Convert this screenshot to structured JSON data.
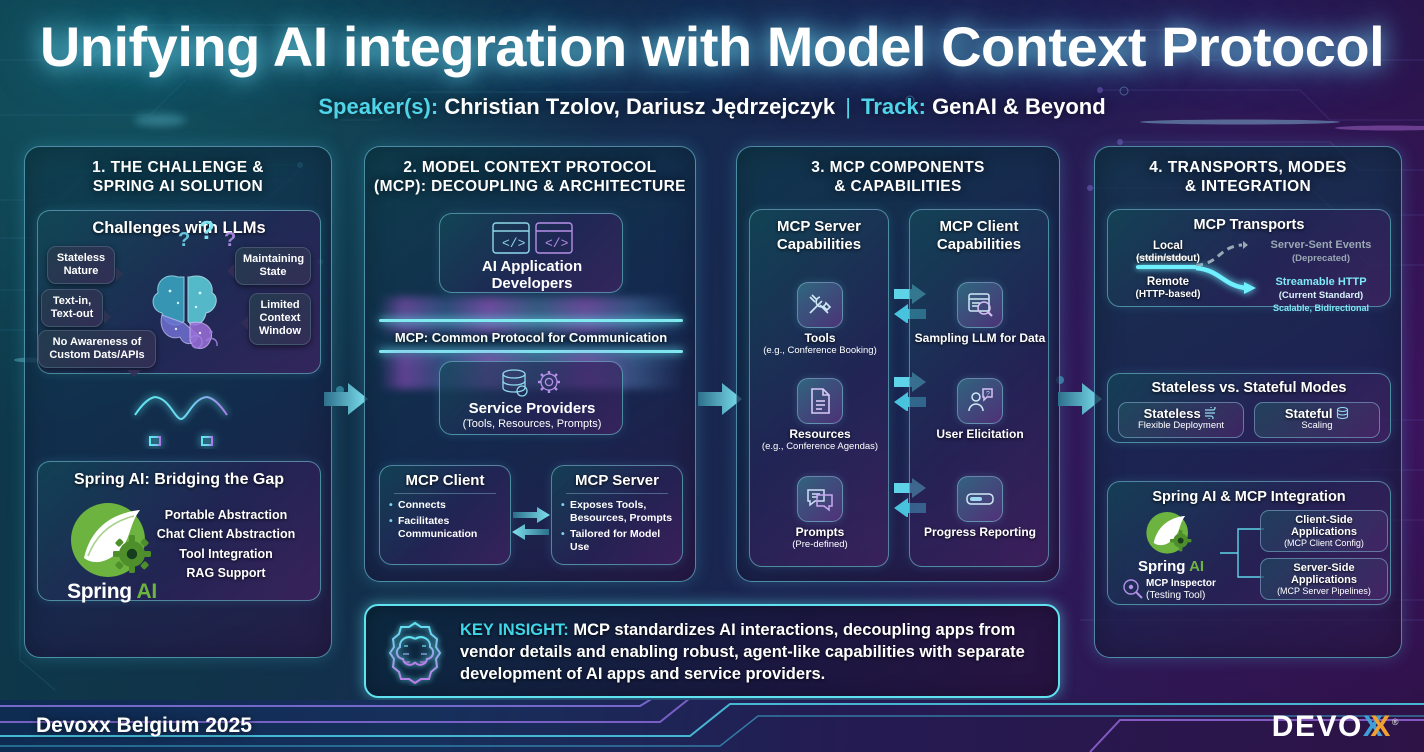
{
  "header": {
    "title": "Unifying AI integration with Model Context Protocol",
    "speaker_label": "Speaker(s):",
    "speakers": "Christian Tzolov, Dariusz Jędrzejczyk",
    "separator": "|",
    "track_label": "Track:",
    "track": "GenAI & Beyond"
  },
  "panel1": {
    "title": "1. THE CHALLENGE &\nSPRING AI SOLUTION",
    "title_line1": "1. THE CHALLENGE &",
    "title_line2": "SPRING AI SOLUTION",
    "challenges_title": "Challenges with LLMs",
    "bubbles": [
      {
        "text": "Stateless\nNature",
        "line1": "Stateless",
        "line2": "Nature"
      },
      {
        "text": "Maintaining\nState",
        "line1": "Maintaining",
        "line2": "State"
      },
      {
        "text": "Text-in,\nText-out",
        "line1": "Text-in,",
        "line2": "Text-out"
      },
      {
        "text": "Limited\nContext\nWindow",
        "line1": "Limited",
        "line2": "Context",
        "line3": "Window"
      },
      {
        "text": "No Awareness of\nCustom Dats/APIs",
        "line1": "No Awareness of",
        "line2": "Custom Dats/APIs"
      }
    ],
    "question_marks": [
      "?",
      "?",
      "?"
    ],
    "spring_title": "Spring AI: Bridging the Gap",
    "spring_wordmark_1": "Spring",
    "spring_wordmark_2": "AI",
    "spring_features": [
      "Portable Abstraction",
      "Chat Client Abstraction",
      "Tool Integration",
      "RAG Support"
    ]
  },
  "panel2": {
    "title_line1": "2. MODEL CONTEXT PROTOCOL",
    "title_line2": "(MCP): DECOUPLING & ARCHITECTURE",
    "appdev_line1": "AI Application",
    "appdev_line2": "Developers",
    "protocol_bar": "MCP: Common Protocol for Communication",
    "service_providers": "Service Providers",
    "service_providers_sub": "(Tools, Resources, Prompts)",
    "mcp_client": {
      "title": "MCP Client",
      "items": [
        "Connects",
        "Facilitates Communication"
      ]
    },
    "mcp_server": {
      "title": "MCP Server",
      "items": [
        "Exposes Tools, Besources, Prompts",
        "Tailored for Model Use"
      ]
    }
  },
  "panel3": {
    "title_line1": "3. MCP COMPONENTS",
    "title_line2": "& CAPABILITIES",
    "server_caps": {
      "heading_line1": "MCP Server",
      "heading_line2": "Capabilities",
      "items": [
        {
          "icon": "tools-icon",
          "label": "Tools",
          "sub": "(e.g., Conference Booking)"
        },
        {
          "icon": "document-icon",
          "label": "Resources",
          "sub": "(e.g., Conference Agendas)"
        },
        {
          "icon": "chat-bubbles-icon",
          "label": "Prompts",
          "sub": "(Pre-defined)"
        }
      ]
    },
    "client_caps": {
      "heading_line1": "MCP Client",
      "heading_line2": "Capabilities",
      "items": [
        {
          "icon": "magnifier-window-icon",
          "label": "Sampling LLM for Data",
          "sub": ""
        },
        {
          "icon": "user-question-icon",
          "label": "User Elicitation",
          "sub": ""
        },
        {
          "icon": "progress-bar-icon",
          "label": "Progress Reporting",
          "sub": ""
        }
      ]
    }
  },
  "panel4": {
    "title_line1": "4. TRANSPORTS, MODES",
    "title_line2": "& INTEGRATION",
    "transports": {
      "title": "MCP Transports",
      "local_line1": "Local",
      "local_line2": "(stdin/stdout)",
      "remote_line1": "Remote",
      "remote_line2": "(HTTP-based)",
      "sse_line1": "Server-Sent Events",
      "sse_line2": "(Deprecated)",
      "http_line1": "Streamable HTTP",
      "http_line2": "(Current Standard)",
      "http_line3": "Scalable, Bidirectional"
    },
    "modes": {
      "title": "Stateless vs. Stateful Modes",
      "stateless_name": "Stateless",
      "stateless_sub1": "Flexible",
      "stateless_sub2": "Deployment",
      "stateful_name": "Stateful",
      "stateful_sub1": "Scaling"
    },
    "integration": {
      "title": "Spring AI & MCP Integration",
      "spring_word1": "Spring",
      "spring_word2": "AI",
      "inspector_line1": "MCP Inspector",
      "inspector_line2": "(Testing Tool)",
      "client_side_line1": "Client-Side",
      "client_side_line2": "Applications",
      "client_side_sub": "(MCP Client Config)",
      "server_side_line1": "Server-Side",
      "server_side_line2": "Applications",
      "server_side_sub": "(MCP Server Pipelines)"
    }
  },
  "key_insight": {
    "label": "KEY INSIGHT:",
    "text": " MCP standardizes AI interactions, decoupling apps from vendor details and enabling robust, agent-like capabilities with separate development of AI apps and service providers."
  },
  "footer": {
    "event": "Devoxx Belgium 2025",
    "logo_main": "DEVO",
    "logo_x1": "X",
    "logo_x2": "X",
    "logo_reg": "®"
  },
  "colors": {
    "accent_cyan": "#4fd4e8",
    "accent_purple": "#a855f7",
    "spring_green": "#6db33f",
    "devoxx_blue": "#3f9fd8",
    "devoxx_orange": "#f0a030"
  }
}
